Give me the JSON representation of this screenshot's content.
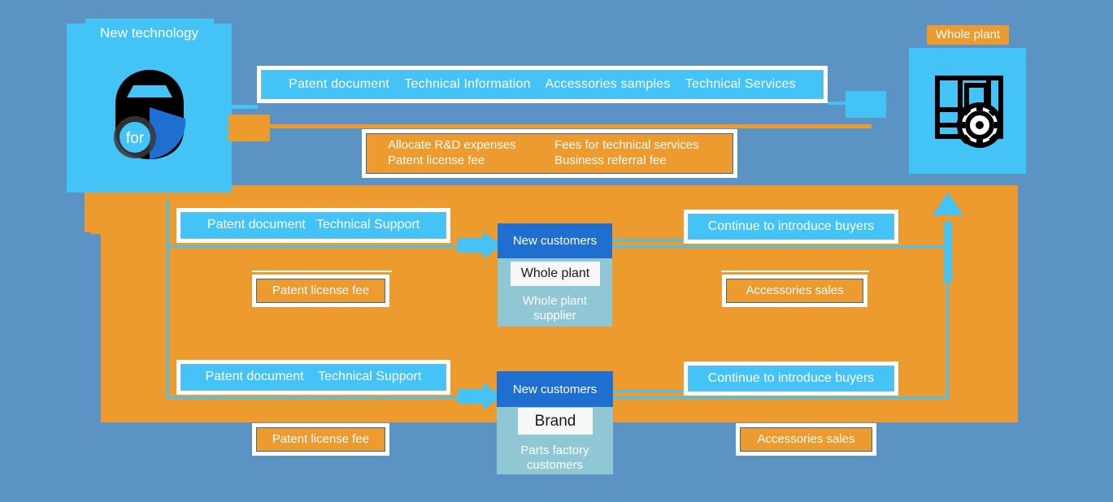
{
  "diagram": {
    "title_left": "New technology",
    "title_right": "Whole plant",
    "logo_center_text": "for",
    "icons": {
      "left": "car-technology-icon",
      "right": "factory-gear-icon"
    }
  },
  "top_banner": {
    "items": [
      "Patent document",
      "Technical Information",
      "Accessories samples",
      "Technical Services"
    ],
    "joined": "Patent document    Technical Information    Accessories samples    Technical Services"
  },
  "fees_box": {
    "column_left": [
      "Allocate R&D expenses",
      "Patent license fee"
    ],
    "column_right": [
      "Fees for technical services",
      "Business referral fee"
    ]
  },
  "rows": [
    {
      "left_top_label": "Patent document   Technical Support",
      "left_bottom_label": "Patent license fee",
      "customer": {
        "head": "New customers",
        "badge": "Whole plant",
        "body": "Whole plant\nsupplier",
        "body_line1": "Whole plant",
        "body_line2": "supplier"
      },
      "right_top_label": "Continue to introduce buyers",
      "right_bottom_label": "Accessories sales"
    },
    {
      "left_top_label": "Patent document    Technical Support",
      "left_bottom_label": "Patent license fee",
      "customer": {
        "head": "New customers",
        "badge": "Brand",
        "body": "Parts factory\ncustomers",
        "body_line1": "Parts factory",
        "body_line2": "customers"
      },
      "right_top_label": "Continue to introduce buyers",
      "right_bottom_label": "Accessories sales"
    }
  ],
  "colors": {
    "background": "#5b93c4",
    "orange": "#ed9a2e",
    "cyan": "#44c3f7",
    "deep_blue": "#1e6fd0",
    "teal": "#8fc8d4",
    "white": "#ffffff"
  }
}
